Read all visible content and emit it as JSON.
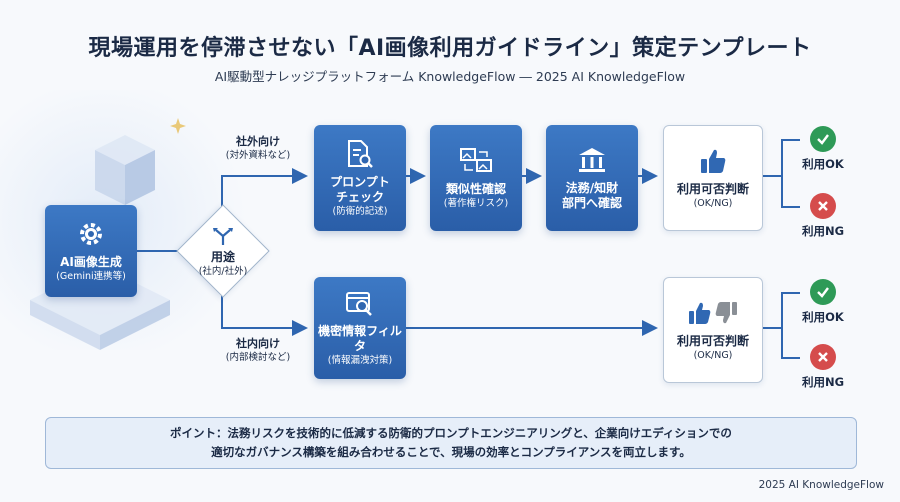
{
  "header": {
    "title": "現場運用を停滞させない「AI画像利用ガイドライン」策定テンプレート",
    "subtitle": "AI駆動型ナレッジプラットフォーム KnowledgeFlow ― 2025 AI KnowledgeFlow"
  },
  "source": {
    "line1": "AI画像生成",
    "line2": "(Gemini連携等)",
    "icon": "gear-icon"
  },
  "decision": {
    "line1": "用途",
    "line2": "(社内/社外)",
    "icon": "split-arrow-icon"
  },
  "external_branch": {
    "label": "社外向け",
    "sub": "(対外資料など)",
    "steps": [
      {
        "line1": "プロンプト",
        "line2": "チェック",
        "line3": "(防衛的記述)",
        "icon": "document-search-icon"
      },
      {
        "line1": "類似性確認",
        "line2": "(著作権リスク)",
        "icon": "image-compare-icon"
      },
      {
        "line1": "法務/知財",
        "line2": "部門へ確認",
        "icon": "courthouse-icon"
      }
    ],
    "judge": {
      "line1": "利用可否判断",
      "line2": "(OK/NG)",
      "icon": "thumbs-up-icon"
    },
    "ok": "利用OK",
    "ng": "利用NG"
  },
  "internal_branch": {
    "label": "社内向け",
    "sub": "(内部検討など)",
    "steps": [
      {
        "line1": "機密情報フィルタ",
        "line2": "(情報漏洩対策)",
        "icon": "window-search-icon"
      }
    ],
    "judge": {
      "line1": "利用可否判断",
      "line2": "(OK/NG)",
      "icon": "thumbs-up-down-icon"
    },
    "ok": "利用OK",
    "ng": "利用NG"
  },
  "point": {
    "line1": "ポイント：法務リスクを技術的に低減する防衛的プロンプトエンジニアリングと、企業向けエディションでの",
    "line2": "適切なガバナンス構築を組み合わせることで、現場の効率とコンプライアンスを両立します。"
  },
  "footer": "2025 AI KnowledgeFlow",
  "colors": {
    "node": "#2f66b0",
    "ok": "#2e9a57",
    "ng": "#d54c4c",
    "line": "#2f66b0"
  }
}
